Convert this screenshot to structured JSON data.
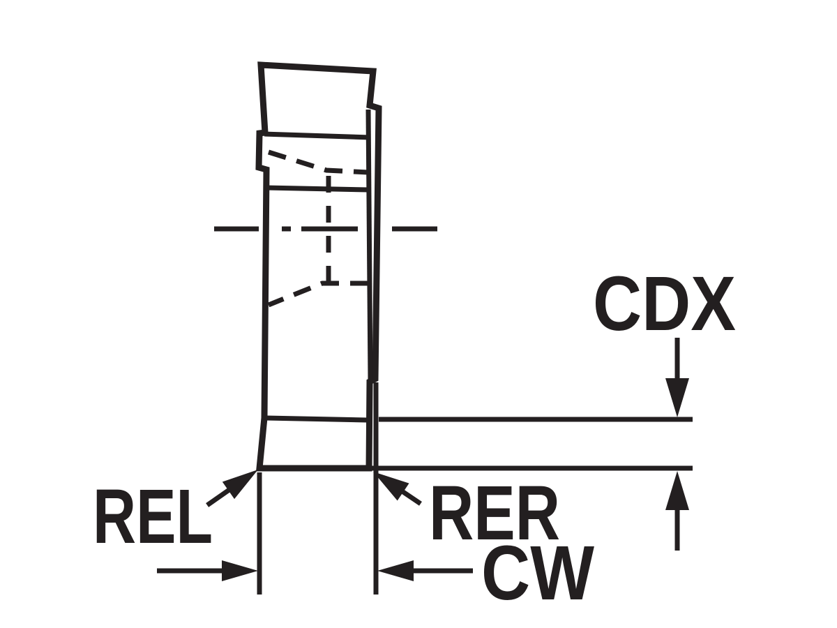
{
  "diagram": {
    "type": "technical-drawing",
    "subject": "parting-grooving insert side view with dimension callouts",
    "labels": {
      "cdx": "CDX",
      "rel": "REL",
      "rer": "RER",
      "cw": "CW"
    },
    "colors": {
      "insert_fill": "#f6c500",
      "line": "#231f20",
      "background": "#ffffff"
    }
  }
}
